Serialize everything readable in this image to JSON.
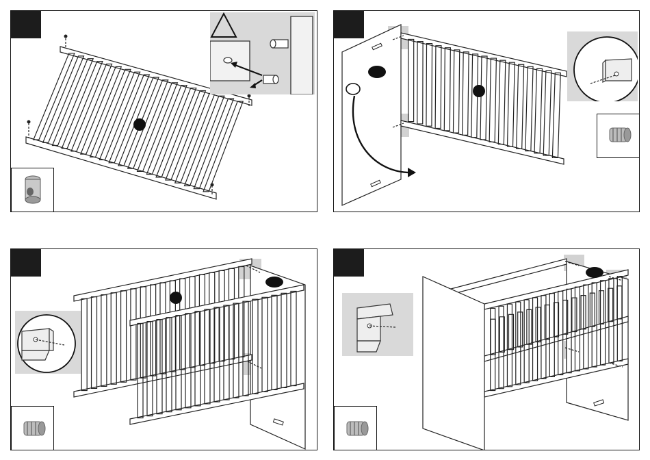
{
  "colors": {
    "line": "#222222",
    "step_tab": "#1c1c1c",
    "highlight": "#d9d9d9",
    "marker": "#111111"
  },
  "panels": [
    {
      "id": "panel-1",
      "icons": [
        "warning-triangle-icon",
        "barrel-nut-icon",
        "dowel-detail-icon"
      ]
    },
    {
      "id": "panel-2",
      "icons": [
        "threaded-insert-icon",
        "insert-detail-icon",
        "curved-arrow-icon"
      ]
    },
    {
      "id": "panel-3",
      "icons": [
        "threaded-insert-icon",
        "insert-detail-icon"
      ]
    },
    {
      "id": "panel-4",
      "icons": [
        "threaded-insert-icon",
        "insert-detail-icon"
      ]
    }
  ]
}
